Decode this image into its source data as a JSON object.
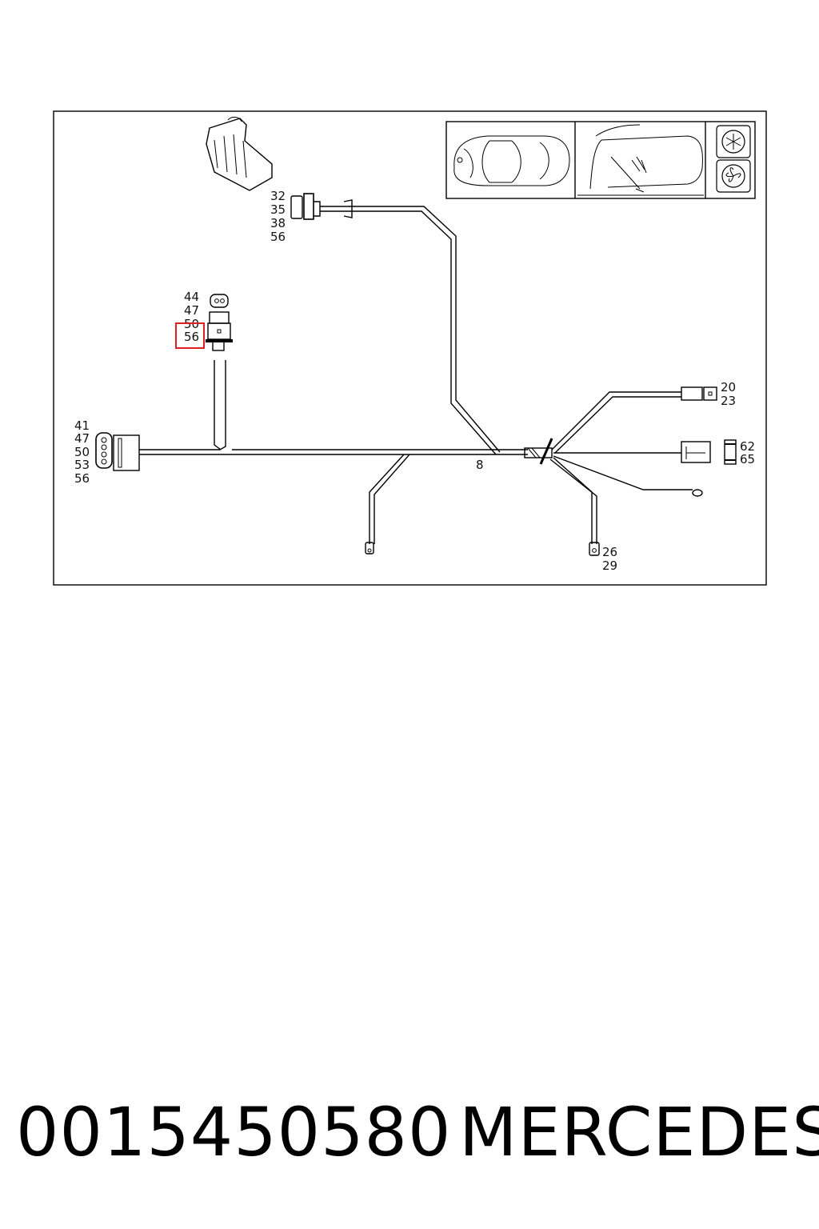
{
  "diagram": {
    "callouts": {
      "top_connector": [
        "32",
        "35",
        "38",
        "56"
      ],
      "switch_connector": [
        "44",
        "47",
        "50",
        "56"
      ],
      "left_connector": [
        "41",
        "47",
        "50",
        "53",
        "56"
      ],
      "right_top": [
        "20",
        "23"
      ],
      "right_mid": [
        "62",
        "65"
      ],
      "bottom_right": [
        "26",
        "29"
      ],
      "harness": "8"
    },
    "highlight_label": "56",
    "highlight_color": "#e02020",
    "icons": [
      "car-topview-icon",
      "interior-windshield-icon",
      "snowflake-icon",
      "fan-icon"
    ]
  },
  "footer": {
    "part_number": "0015450580",
    "brand": "MERCEDES"
  }
}
